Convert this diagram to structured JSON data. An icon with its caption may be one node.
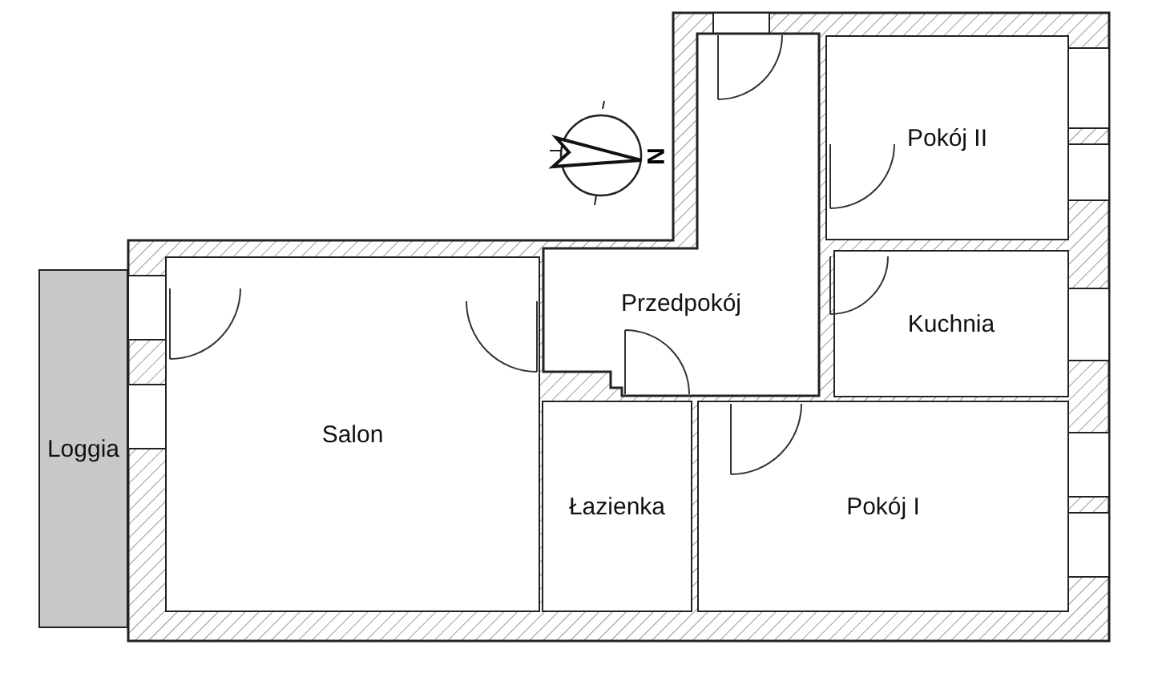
{
  "diagram": {
    "nodes": [
      {
        "text": [
          "Pokój II"
        ]
      },
      {
        "text": [
          "Przedpokój"
        ]
      },
      {
        "text": [
          "Kuchnia"
        ]
      },
      {
        "text": [
          "Loggia"
        ]
      },
      {
        "text": [
          "Salon"
        ]
      },
      {
        "text": [
          "Łazienka"
        ]
      },
      {
        "text": [
          "Pokój I"
        ]
      }
    ],
    "labels": [
      "N"
    ]
  }
}
